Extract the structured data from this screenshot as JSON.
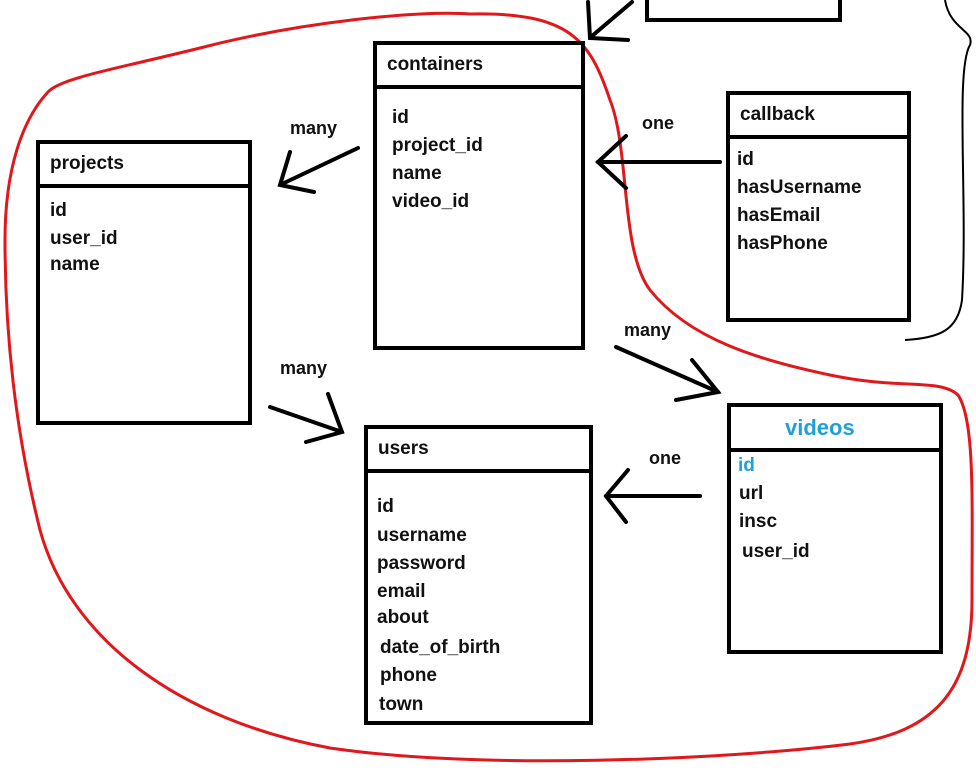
{
  "diagram": {
    "entities": {
      "projects": {
        "title": "projects",
        "fields": [
          "id",
          "user_id",
          "name"
        ]
      },
      "containers": {
        "title": "containers",
        "fields": [
          "id",
          "project_id",
          "name",
          "video_id"
        ]
      },
      "callback": {
        "title": "callback",
        "fields": [
          "id",
          "hasUsername",
          "hasEmail",
          "hasPhone"
        ]
      },
      "users": {
        "title": "users",
        "fields": [
          "id",
          "username",
          "password",
          "email",
          "about",
          "date_of_birth",
          "phone",
          "town"
        ]
      },
      "videos": {
        "title": "videos",
        "fields": [
          "id",
          "url",
          "insc",
          "user_id"
        ]
      }
    },
    "relationships": [
      {
        "from": "containers",
        "to": "projects",
        "label": "many"
      },
      {
        "from": "callback",
        "to": "containers",
        "label": "one"
      },
      {
        "from": "projects",
        "to": "users",
        "label": "many"
      },
      {
        "from": "containers",
        "to": "videos",
        "label": "many"
      },
      {
        "from": "videos",
        "to": "users",
        "label": "one"
      }
    ],
    "colors": {
      "outline": "#e0171b",
      "highlight": "#1ea0dd",
      "ink": "#000000"
    }
  }
}
